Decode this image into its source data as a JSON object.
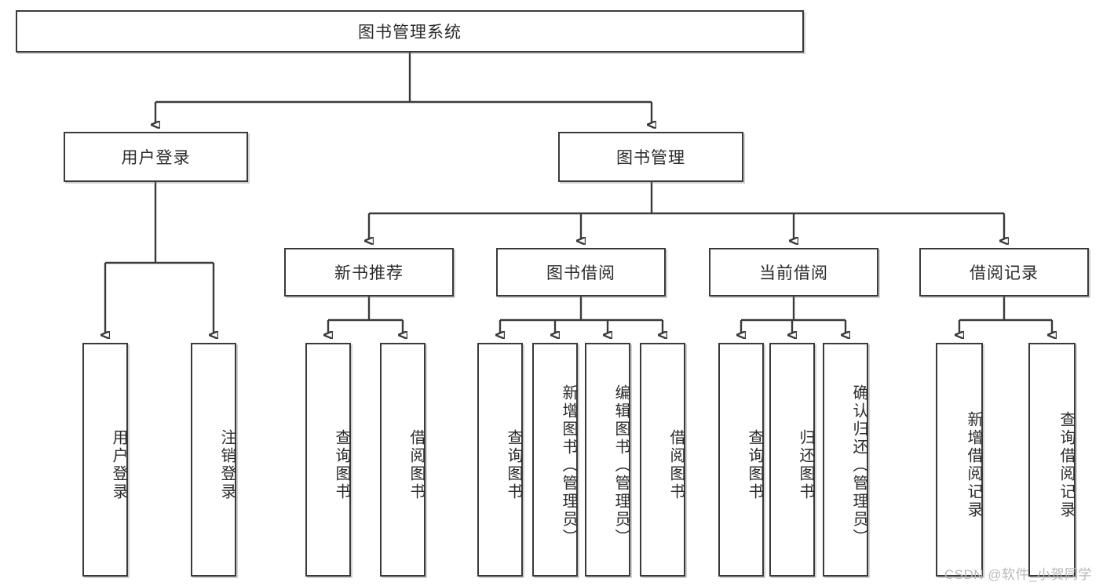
{
  "diagram": {
    "type": "tree-hierarchy",
    "title": "图书管理系统",
    "watermark": "CSDN @软件_小贺同学",
    "colors": {
      "border": "#3a3a3a",
      "fill": "#ffffff",
      "text": "#2b2b2b",
      "watermark": "#b9b9b9"
    },
    "nodes": {
      "root": {
        "label": "图书管理系统",
        "level": 1
      },
      "l2": [
        {
          "id": "user-login",
          "label": "用户登录",
          "level": 2
        },
        {
          "id": "book-manage",
          "label": "图书管理",
          "level": 2
        }
      ],
      "l3": [
        {
          "id": "new-book-recommend",
          "label": "新书推荐",
          "level": 3,
          "parent": "book-manage"
        },
        {
          "id": "book-borrow",
          "label": "图书借阅",
          "level": 3,
          "parent": "book-manage"
        },
        {
          "id": "current-borrow",
          "label": "当前借阅",
          "level": 3,
          "parent": "book-manage"
        },
        {
          "id": "borrow-record",
          "label": "借阅记录",
          "level": 3,
          "parent": "book-manage"
        }
      ],
      "leaves": [
        {
          "id": "leaf-user-login",
          "label": "用户登录",
          "parent": "user-login"
        },
        {
          "id": "leaf-user-logout",
          "label": "注销登录",
          "parent": "user-login"
        },
        {
          "id": "leaf-query-book-1",
          "label": "查询图书",
          "parent": "new-book-recommend"
        },
        {
          "id": "leaf-borrow-book-1",
          "label": "借阅图书",
          "parent": "new-book-recommend"
        },
        {
          "id": "leaf-query-book-2",
          "label": "查询图书",
          "parent": "book-borrow"
        },
        {
          "id": "leaf-add-book",
          "label": "新增图书（管理员）",
          "parent": "book-borrow"
        },
        {
          "id": "leaf-edit-book",
          "label": "编辑图书（管理员）",
          "parent": "book-borrow"
        },
        {
          "id": "leaf-borrow-book-2",
          "label": "借阅图书",
          "parent": "book-borrow"
        },
        {
          "id": "leaf-query-book-3",
          "label": "查询图书",
          "parent": "current-borrow"
        },
        {
          "id": "leaf-return-book",
          "label": "归还图书",
          "parent": "current-borrow"
        },
        {
          "id": "leaf-confirm-return",
          "label": "确认归还（管理员）",
          "parent": "current-borrow"
        },
        {
          "id": "leaf-add-record",
          "label": "新增借阅记录",
          "parent": "borrow-record"
        },
        {
          "id": "leaf-query-record",
          "label": "查询借阅记录",
          "parent": "borrow-record"
        }
      ]
    }
  }
}
